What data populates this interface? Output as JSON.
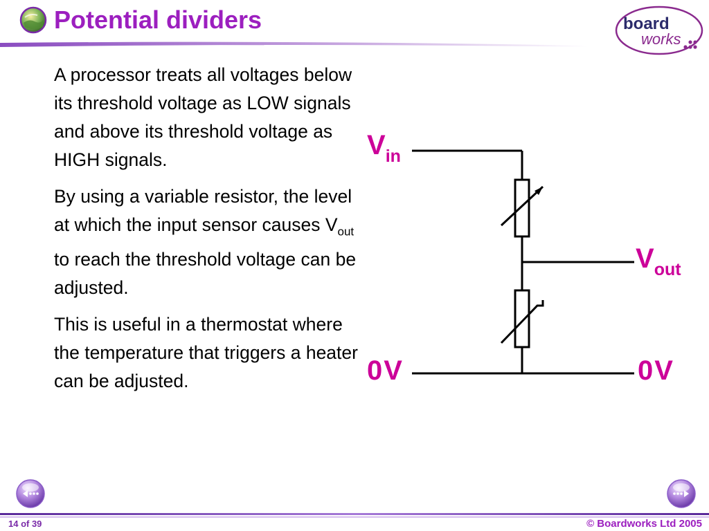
{
  "header": {
    "title": "Potential dividers",
    "logo_line1": "board",
    "logo_line2": "works"
  },
  "body": {
    "paragraphs": [
      "A processor treats all voltages below its threshold voltage as LOW signals and above its threshold voltage as HIGH signals.",
      "This is useful in a thermostat where the temperature that triggers a heater can be adjusted."
    ],
    "p2_before": "By using a variable resistor, the level at which the input sensor causes V",
    "p2_sub": "out",
    "p2_after": " to reach the threshold voltage can be adjusted."
  },
  "circuit": {
    "vin_main": "V",
    "vin_sub": "in",
    "vout_main": "V",
    "vout_sub": "out",
    "zero_left": "0V",
    "zero_right": "0V"
  },
  "footer": {
    "page_indicator": "14 of 39",
    "copyright": "© Boardworks Ltd 2005"
  },
  "colors": {
    "accent": "#9c1fbf",
    "label": "#cc0099",
    "logo_outline": "#8a2a8e"
  },
  "icons": {
    "title": "globe-icon",
    "prev": "back-arrow-icon",
    "next": "forward-arrow-icon"
  }
}
